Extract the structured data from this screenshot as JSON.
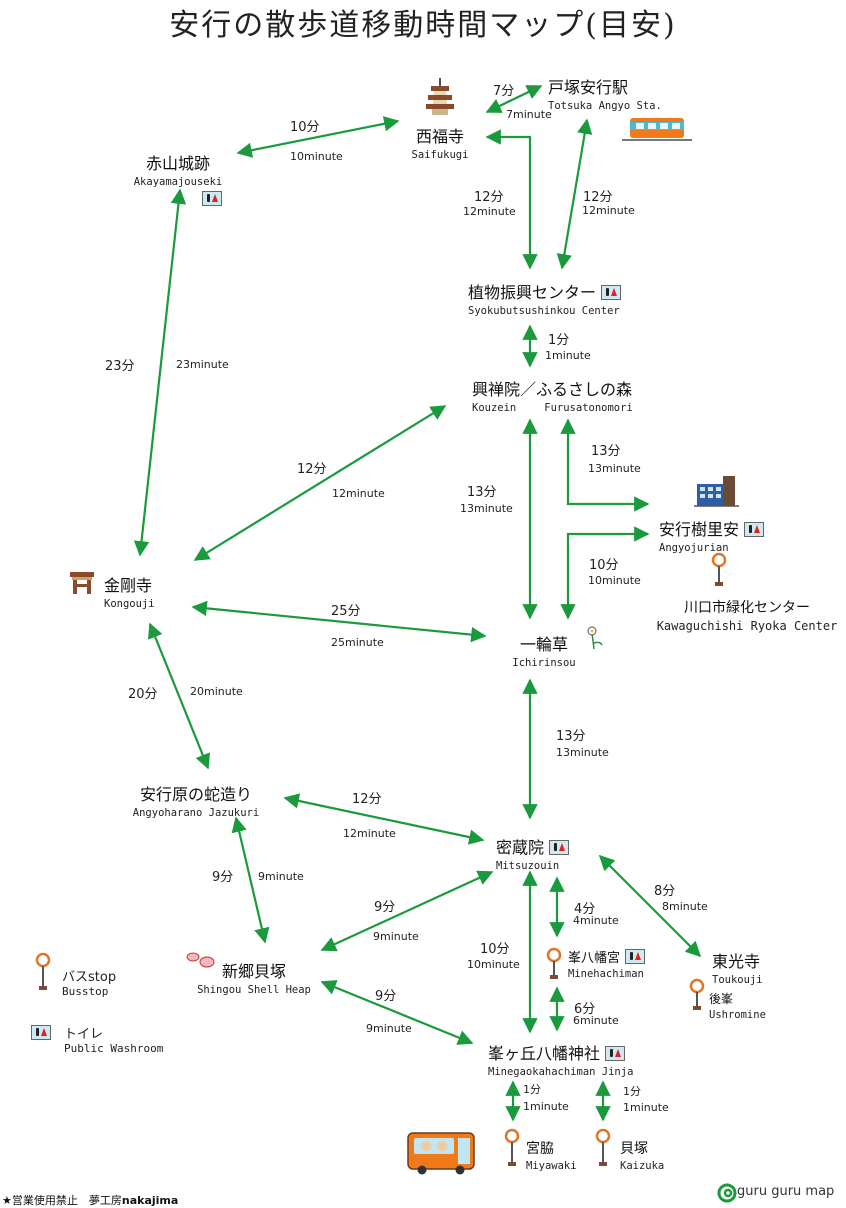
{
  "title": "安行の散歩道移動時間マップ(目安)",
  "places": {
    "saifukuji": {
      "ja": "西福寺",
      "en": "Saifukugi"
    },
    "totsuka": {
      "ja": "戸塚安行駅",
      "en": "Totsuka Angyo Sta."
    },
    "akayama": {
      "ja": "赤山城跡",
      "en": "Akayamajouseki"
    },
    "shokubutsu": {
      "ja": "植物振興センター",
      "en": "Syokubutsushinkou Center"
    },
    "kouzein": {
      "ja": "興禅院／ふるさしの森",
      "en_a": "Kouzein",
      "en_b": "Furusatonomori"
    },
    "jurian": {
      "ja": "安行樹里安",
      "en": "Angyojurian"
    },
    "kawaguchi": {
      "ja": "川口市緑化センター",
      "en": "Kawaguchishi Ryoka Center"
    },
    "kongouji": {
      "ja": "金剛寺",
      "en": "Kongouji"
    },
    "ichirinsou": {
      "ja": "一輪草",
      "en": "Ichirinsou"
    },
    "jazukuri": {
      "ja": "安行原の蛇造り",
      "en": "Angyoharano Jazukuri"
    },
    "mitsuzouin": {
      "ja": "密蔵院",
      "en": "Mitsuzouin"
    },
    "shingou": {
      "ja": "新郷貝塚",
      "en": "Shingou Shell Heap"
    },
    "minehachiman": {
      "ja": "峯八幡宮",
      "en": "Minehachiman"
    },
    "toukouji": {
      "ja": "東光寺",
      "en": "Toukouji"
    },
    "ushiromine": {
      "ja": "後峯",
      "en": "Ushromine"
    },
    "minegaoka": {
      "ja": "峯ヶ丘八幡神社",
      "en": "Minegaokahachiman Jinja"
    },
    "miyawaki": {
      "ja": "宮脇",
      "en": "Miyawaki"
    },
    "kaizuka": {
      "ja": "貝塚",
      "en": "Kaizuka"
    }
  },
  "times": {
    "t1": {
      "ja": "7分",
      "en": "7minute"
    },
    "t2": {
      "ja": "10分",
      "en": "10minute"
    },
    "t3": {
      "ja": "12分",
      "en": "12minute"
    },
    "t4": {
      "ja": "12分",
      "en": "12minute"
    },
    "t5": {
      "ja": "1分",
      "en": "1minute"
    },
    "t6": {
      "ja": "23分",
      "en": "23minute"
    },
    "t7": {
      "ja": "12分",
      "en": "12minute"
    },
    "t8": {
      "ja": "13分",
      "en": "13minute"
    },
    "t9": {
      "ja": "13分",
      "en": "13minute"
    },
    "t10": {
      "ja": "10分",
      "en": "10minute"
    },
    "t11": {
      "ja": "25分",
      "en": "25minute"
    },
    "t12": {
      "ja": "20分",
      "en": "20minute"
    },
    "t13": {
      "ja": "13分",
      "en": "13minute"
    },
    "t14": {
      "ja": "12分",
      "en": "12minute"
    },
    "t15": {
      "ja": "9分",
      "en": "9minute"
    },
    "t16": {
      "ja": "9分",
      "en": "9minute"
    },
    "t17": {
      "ja": "4分",
      "en": "4minute"
    },
    "t18": {
      "ja": "8分",
      "en": "8minute"
    },
    "t19": {
      "ja": "10分",
      "en": "10minute"
    },
    "t20": {
      "ja": "9分",
      "en": "9minute"
    },
    "t21": {
      "ja": "6分",
      "en": "6minute"
    },
    "t22": {
      "ja": "1分",
      "en": "1minute"
    },
    "t23": {
      "ja": "1分",
      "en": "1minute"
    }
  },
  "legend": {
    "bus_ja": "バスstop",
    "bus_en": "Busstop",
    "wc_ja": "トイレ",
    "wc_en": "Public Washroom"
  },
  "footer": {
    "left_prefix": "★営業使用禁止　夢工房",
    "left_name": "nakajima",
    "right": "guru guru map"
  },
  "colors": {
    "arrow": "#1a9a3c",
    "bus_sign": "#e0762a",
    "bus_body": "#f07a1a"
  }
}
